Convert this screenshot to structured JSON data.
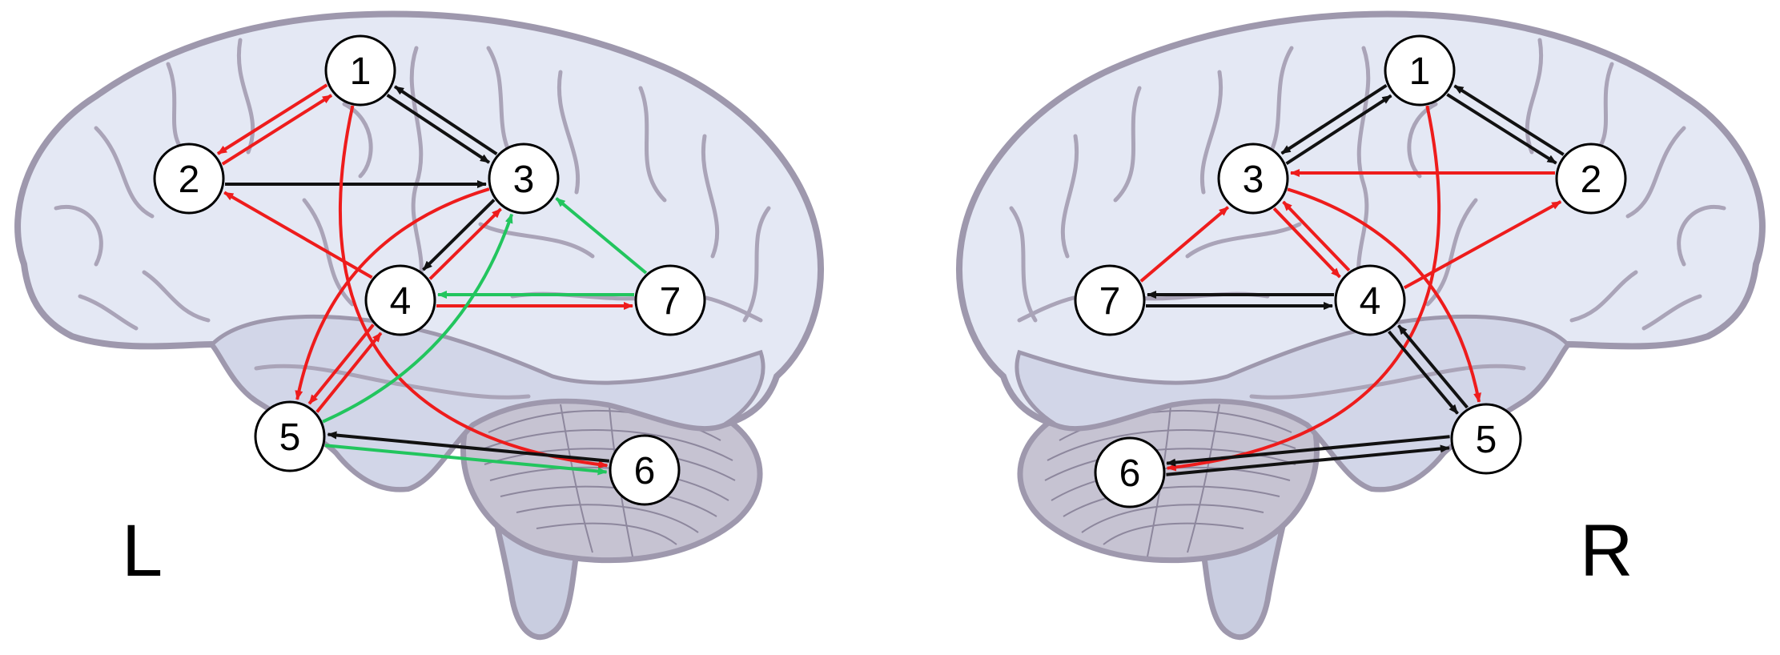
{
  "hemispheres": [
    {
      "id": "left",
      "label": "L",
      "nodes": [
        {
          "id": "1",
          "label": "1"
        },
        {
          "id": "2",
          "label": "2"
        },
        {
          "id": "3",
          "label": "3"
        },
        {
          "id": "4",
          "label": "4"
        },
        {
          "id": "5",
          "label": "5"
        },
        {
          "id": "6",
          "label": "6"
        },
        {
          "id": "7",
          "label": "7"
        }
      ],
      "edges": [
        {
          "from": "1",
          "to": "2",
          "color": "red"
        },
        {
          "from": "2",
          "to": "1",
          "color": "red"
        },
        {
          "from": "1",
          "to": "3",
          "color": "black"
        },
        {
          "from": "3",
          "to": "1",
          "color": "black"
        },
        {
          "from": "2",
          "to": "3",
          "color": "black"
        },
        {
          "from": "1",
          "to": "6",
          "color": "red"
        },
        {
          "from": "4",
          "to": "2",
          "color": "red"
        },
        {
          "from": "3",
          "to": "4",
          "color": "black"
        },
        {
          "from": "4",
          "to": "3",
          "color": "red"
        },
        {
          "from": "7",
          "to": "3",
          "color": "green"
        },
        {
          "from": "7",
          "to": "4",
          "color": "green"
        },
        {
          "from": "4",
          "to": "7",
          "color": "red"
        },
        {
          "from": "4",
          "to": "5",
          "color": "red"
        },
        {
          "from": "5",
          "to": "4",
          "color": "red"
        },
        {
          "from": "3",
          "to": "5",
          "color": "red"
        },
        {
          "from": "5",
          "to": "3",
          "color": "green"
        },
        {
          "from": "5",
          "to": "6",
          "color": "green"
        },
        {
          "from": "6",
          "to": "5",
          "color": "black"
        }
      ]
    },
    {
      "id": "right",
      "label": "R",
      "nodes": [
        {
          "id": "1",
          "label": "1"
        },
        {
          "id": "2",
          "label": "2"
        },
        {
          "id": "3",
          "label": "3"
        },
        {
          "id": "4",
          "label": "4"
        },
        {
          "id": "5",
          "label": "5"
        },
        {
          "id": "6",
          "label": "6"
        },
        {
          "id": "7",
          "label": "7"
        }
      ],
      "edges": [
        {
          "from": "1",
          "to": "3",
          "color": "black"
        },
        {
          "from": "3",
          "to": "1",
          "color": "black"
        },
        {
          "from": "1",
          "to": "2",
          "color": "black"
        },
        {
          "from": "2",
          "to": "1",
          "color": "black"
        },
        {
          "from": "2",
          "to": "3",
          "color": "red"
        },
        {
          "from": "1",
          "to": "6",
          "color": "red"
        },
        {
          "from": "7",
          "to": "3",
          "color": "red"
        },
        {
          "from": "3",
          "to": "4",
          "color": "red"
        },
        {
          "from": "4",
          "to": "3",
          "color": "red"
        },
        {
          "from": "3",
          "to": "5",
          "color": "red"
        },
        {
          "from": "4",
          "to": "2",
          "color": "red"
        },
        {
          "from": "4",
          "to": "7",
          "color": "black"
        },
        {
          "from": "7",
          "to": "4",
          "color": "black"
        },
        {
          "from": "4",
          "to": "5",
          "color": "black"
        },
        {
          "from": "5",
          "to": "4",
          "color": "black"
        },
        {
          "from": "5",
          "to": "6",
          "color": "black"
        },
        {
          "from": "6",
          "to": "5",
          "color": "black"
        }
      ]
    }
  ],
  "colors": {
    "red": "#ee1c1c",
    "black": "#111111",
    "green": "#22c55e",
    "brain_fill": "#e4e8f4",
    "brain_outline": "#9e98ad",
    "sulci": "#aaa4b8",
    "lower_lobe": "#c9cde0",
    "cerebellum": "#c6c3d2",
    "cerebellum_lines": "#8d879d",
    "node_fill": "#ffffff",
    "node_stroke": "#000000"
  }
}
